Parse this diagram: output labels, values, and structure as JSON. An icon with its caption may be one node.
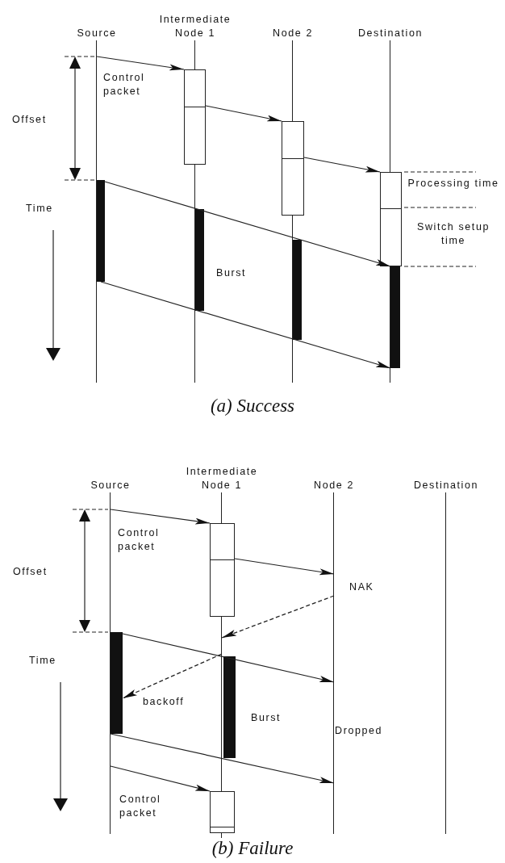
{
  "diagram": {
    "nodes": [
      {
        "text": [
          "Source"
        ]
      },
      {
        "text": [
          "Intermediate Node 1"
        ]
      },
      {
        "text": [
          "Node 2"
        ]
      },
      {
        "text": [
          "Destination"
        ]
      },
      {
        "text": [],
        "shape": "box"
      },
      {
        "text": [],
        "shape": "box"
      },
      {
        "text": [],
        "shape": "box",
        "beside": [
          "Processing time",
          "Switch setup time"
        ]
      },
      {
        "text": [],
        "shape": "bar"
      },
      {
        "text": [],
        "shape": "bar"
      },
      {
        "text": [],
        "shape": "bar"
      },
      {
        "text": [],
        "shape": "bar"
      },
      {
        "text": [
          "Source"
        ]
      },
      {
        "text": [
          "Intermediate Node 1"
        ]
      },
      {
        "text": [
          "Node 2"
        ]
      },
      {
        "text": [
          "Destination"
        ]
      },
      {
        "text": [],
        "shape": "box"
      },
      {
        "text": [],
        "shape": "bar"
      },
      {
        "text": [],
        "shape": "bar"
      },
      {
        "text": [],
        "shape": "box"
      }
    ],
    "edges": [
      {
        "from": 0,
        "to": 4,
        "arrow": "to",
        "label": "Control packet"
      },
      {
        "from": 4,
        "to": 5,
        "arrow": "to"
      },
      {
        "from": 5,
        "to": 6,
        "arrow": "to"
      },
      {
        "from": 7,
        "to": 10,
        "arrow": "to"
      },
      {
        "from": 7,
        "to": 10,
        "arrow": "to"
      },
      {
        "from": 11,
        "to": 15,
        "arrow": "to",
        "label": "Control packet"
      },
      {
        "from": 15,
        "to": 13,
        "arrow": "to"
      },
      {
        "from": 13,
        "to": 12,
        "arrow": "to",
        "style": "dashed"
      },
      {
        "from": 12,
        "to": 16,
        "arrow": "to",
        "style": "dashed"
      },
      {
        "from": 16,
        "to": 13,
        "arrow": "to"
      },
      {
        "from": 16,
        "to": 13,
        "arrow": "to"
      },
      {
        "from": 11,
        "to": 18,
        "arrow": "to",
        "label": "Control packet"
      }
    ],
    "labels": [
      "Offset",
      "Time",
      "Burst",
      "(a) Success",
      "Offset",
      "NAK",
      "Time",
      "backoff",
      "Burst",
      "Dropped",
      "(b) Failure"
    ]
  }
}
